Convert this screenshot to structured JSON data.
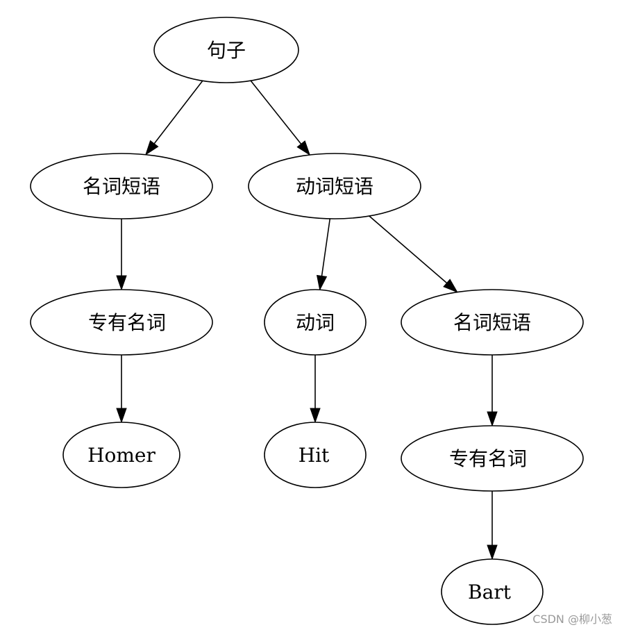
{
  "diagram": {
    "nodes": {
      "root": "句子",
      "np1": "名词短语",
      "vp": "动词短语",
      "pn1": "专有名词",
      "v": "动词",
      "np2": "名词短语",
      "homer": "Homer",
      "hit": "Hit",
      "pn2": "专有名词",
      "bart": "Bart"
    },
    "edges": [
      [
        "root",
        "np1"
      ],
      [
        "root",
        "vp"
      ],
      [
        "np1",
        "pn1"
      ],
      [
        "pn1",
        "homer"
      ],
      [
        "vp",
        "v"
      ],
      [
        "vp",
        "np2"
      ],
      [
        "v",
        "hit"
      ],
      [
        "np2",
        "pn2"
      ],
      [
        "pn2",
        "bart"
      ]
    ]
  },
  "watermark": "CSDN @柳小葱"
}
